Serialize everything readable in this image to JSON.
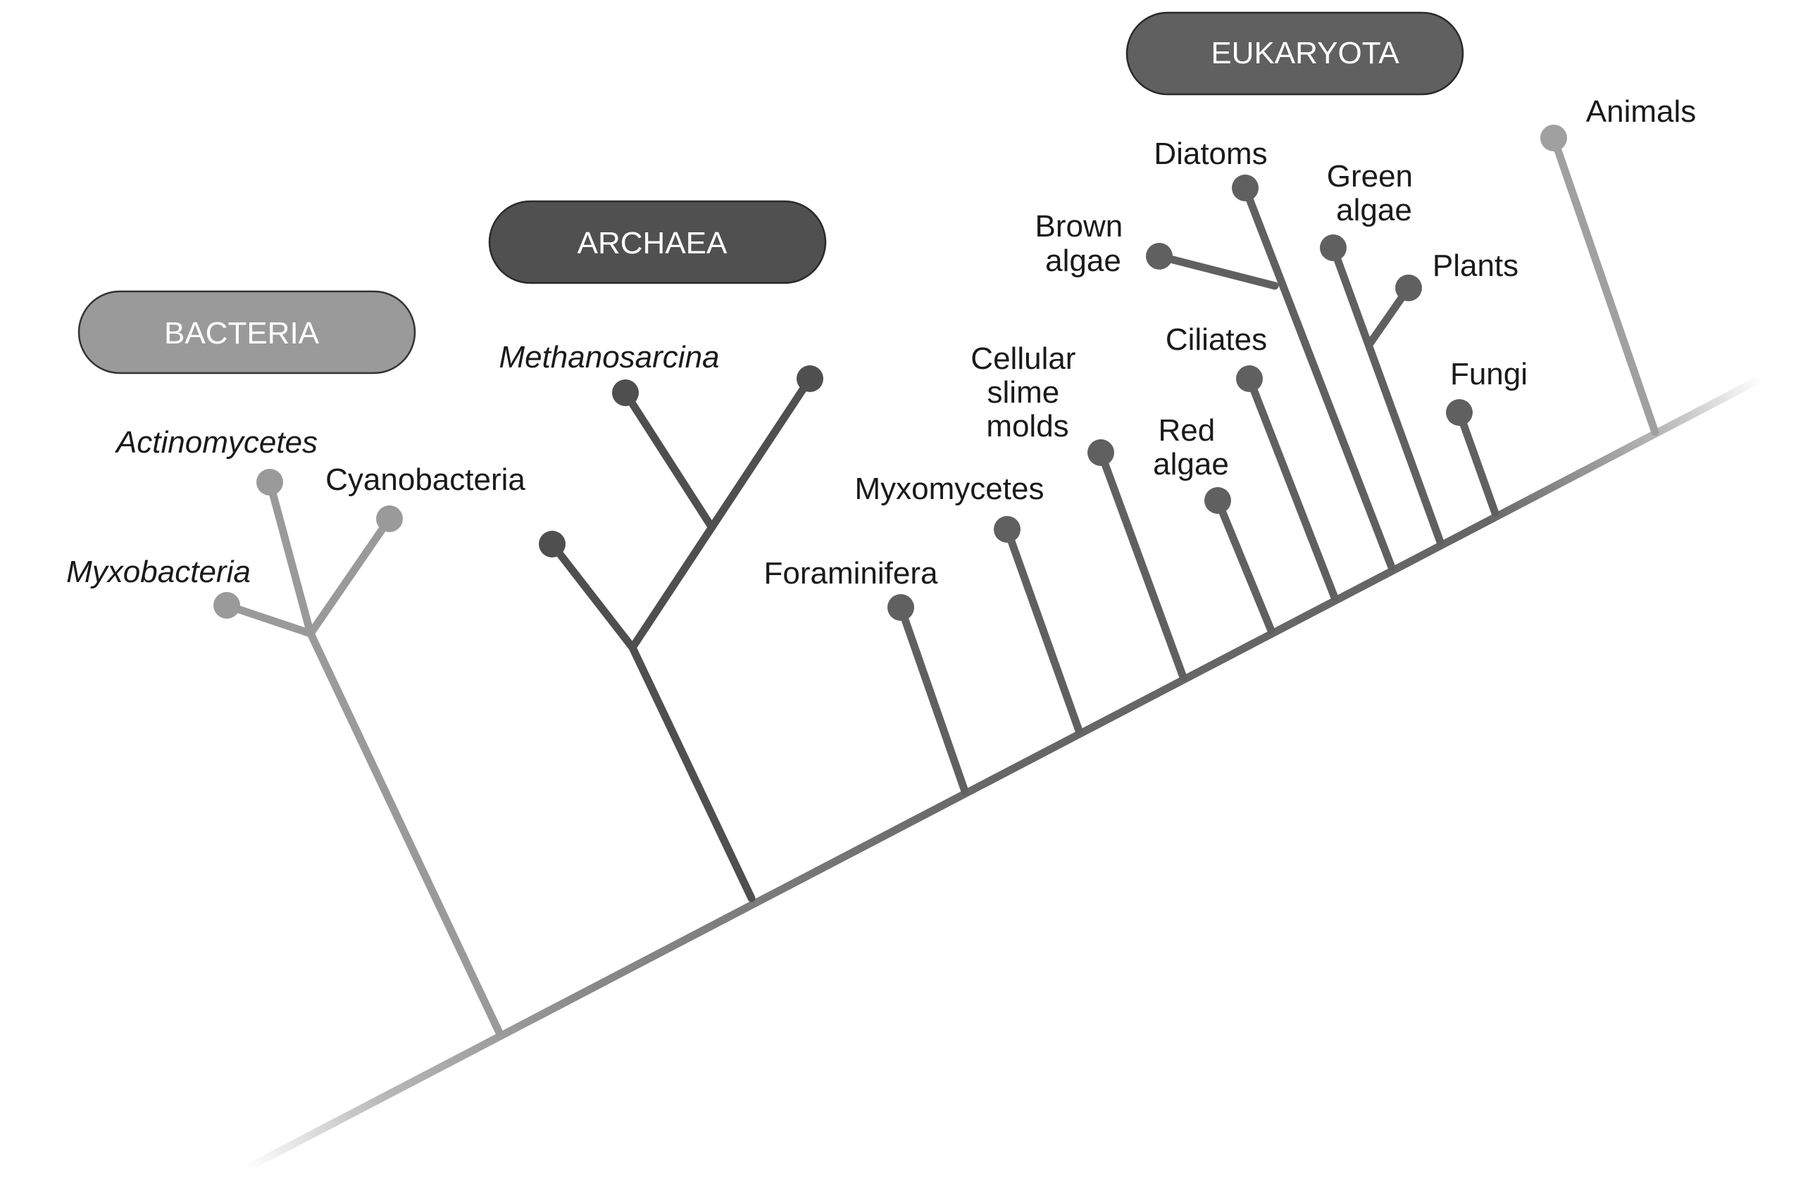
{
  "domains": {
    "bacteria": {
      "label": "BACTERIA",
      "color": "#9a9a9a"
    },
    "archaea": {
      "label": "ARCHAEA",
      "color": "#505050"
    },
    "eukaryota": {
      "label": "EUKARYOTA",
      "color": "#606060"
    }
  },
  "trunk_color": "#6b6b6b",
  "bacteria_taxa": {
    "actinomycetes": "Actinomycetes",
    "cyanobacteria": "Cyanobacteria",
    "myxobacteria": "Myxobacteria"
  },
  "archaea_taxa": {
    "methanosarcina": "Methanosarcina"
  },
  "eukaryota_taxa": {
    "foraminifera": "Foraminifera",
    "myxomycetes": "Myxomycetes",
    "cellular_slime_molds": [
      "Cellular",
      "slime",
      "molds"
    ],
    "red_algae": [
      "Red",
      "algae"
    ],
    "ciliates": "Ciliates",
    "brown_algae": [
      "Brown",
      "algae"
    ],
    "diatoms": "Diatoms",
    "green_algae": [
      "Green",
      "algae"
    ],
    "plants": "Plants",
    "fungi": "Fungi",
    "animals": "Animals"
  },
  "animals_color": "#a0a0a0"
}
